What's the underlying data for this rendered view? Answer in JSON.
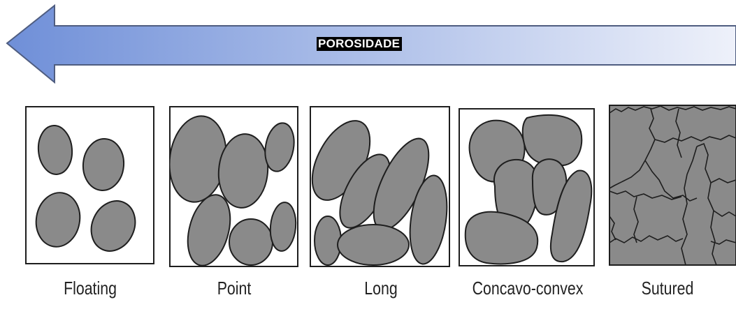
{
  "arrow": {
    "label": "POROSIDADE",
    "gradient_from": "#6f8fd8",
    "gradient_to": "#e9edf8",
    "stroke": "#4f5d80"
  },
  "packing_types": [
    {
      "label": "Floating"
    },
    {
      "label": "Point"
    },
    {
      "label": "Long"
    },
    {
      "label": "Concavo-convex"
    },
    {
      "label": "Sutured"
    }
  ],
  "colors": {
    "grain_fill": "#8a8a8a",
    "outline": "#1e1e1e"
  }
}
